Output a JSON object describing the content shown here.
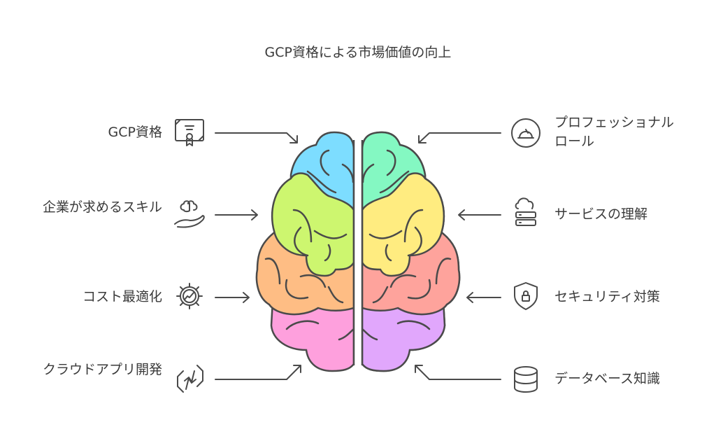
{
  "title": "GCP資格による市場価値の向上",
  "left_items": [
    {
      "label": "GCP資格",
      "icon": "certificate-icon"
    },
    {
      "label": "企業が求めるスキル",
      "icon": "brain-in-hand-icon"
    },
    {
      "label": "コスト最適化",
      "icon": "gear-chart-icon"
    },
    {
      "label": "クラウドアプリ開発",
      "icon": "exchange-arrows-icon"
    }
  ],
  "right_items": [
    {
      "label": "プロフェッショナルロール",
      "icon": "role-badge-icon"
    },
    {
      "label": "サービスの理解",
      "icon": "cloud-server-icon"
    },
    {
      "label": "セキュリティ対策",
      "icon": "shield-lock-icon"
    },
    {
      "label": "データベース知識",
      "icon": "database-icon"
    }
  ],
  "colors": {
    "blue": "#7DDDFF",
    "lime": "#CDF66F",
    "orange": "#FEBD84",
    "pink": "#FEA0DD",
    "mint": "#84F8C2",
    "yellow": "#FFEC80",
    "salmon": "#FEA39C",
    "purple": "#E1A7FC",
    "stroke": "#4a4a4a"
  }
}
